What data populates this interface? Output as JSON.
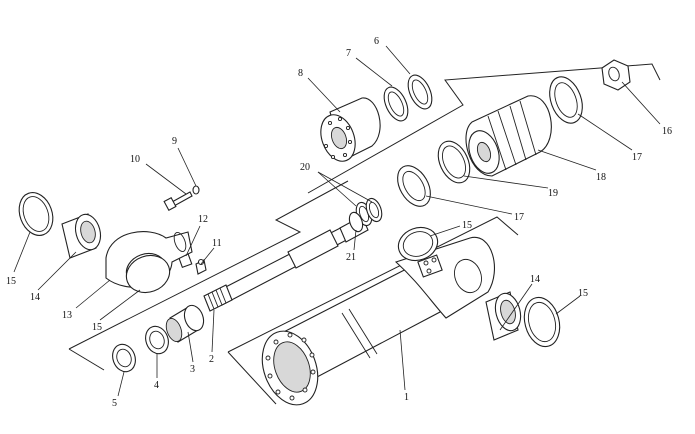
{
  "diagram": {
    "callouts": {
      "c1": "1",
      "c2": "2",
      "c3": "3",
      "c4": "4",
      "c5": "5",
      "c6": "6",
      "c7": "7",
      "c8": "8",
      "c9": "9",
      "c10": "10",
      "c11": "11",
      "c12": "12",
      "c13": "13",
      "c14a": "14",
      "c14b": "14",
      "c15a": "15",
      "c15b": "15",
      "c15c": "15",
      "c15d": "15",
      "c16": "16",
      "c17a": "17",
      "c17b": "17",
      "c18": "18",
      "c19": "19",
      "c20": "20",
      "c21": "21"
    }
  }
}
